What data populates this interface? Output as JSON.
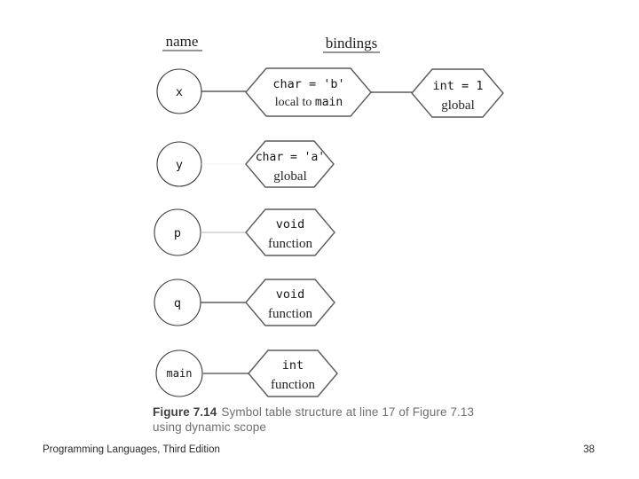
{
  "diagram": {
    "headers": {
      "name": "name",
      "bindings": "bindings"
    },
    "rows": [
      {
        "name": "x",
        "binding1": {
          "line1": "char = 'b'",
          "line2_prefix": "local to ",
          "line2_code": "main"
        },
        "binding2": {
          "line1": "int = 1",
          "line2": "global"
        }
      },
      {
        "name": "y",
        "binding1": {
          "line1": "char = 'a'",
          "line2": "global"
        }
      },
      {
        "name": "p",
        "binding1": {
          "line1": "void",
          "line2": "function"
        }
      },
      {
        "name": "q",
        "binding1": {
          "line1": "void",
          "line2": "function"
        }
      },
      {
        "name": "main",
        "binding1": {
          "line1": "int",
          "line2": "function"
        }
      }
    ]
  },
  "caption": {
    "label": "Figure 7.14",
    "line1": "Symbol table structure at line 17 of Figure 7.13",
    "line2": "using dynamic scope"
  },
  "footer": {
    "left": "Programming Languages, Third Edition",
    "page": "38"
  }
}
